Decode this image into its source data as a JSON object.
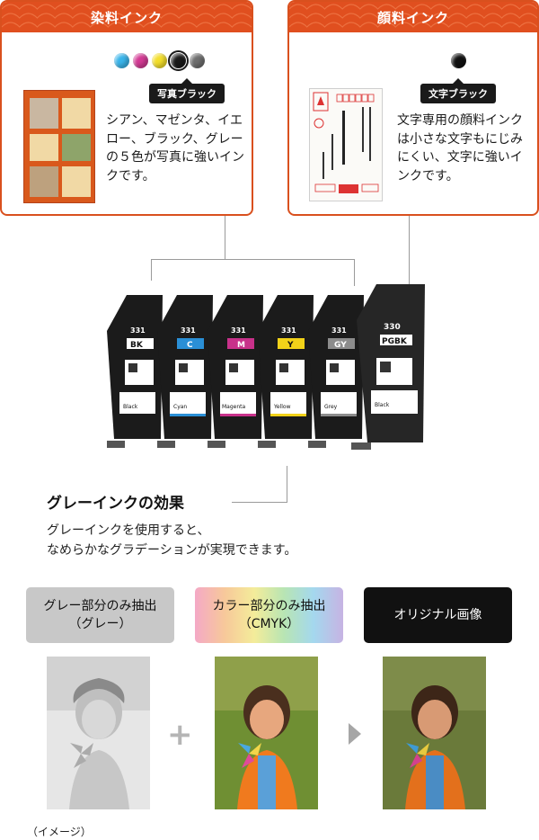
{
  "dye_card": {
    "title": "染料インク",
    "badge": "写真ブラック",
    "text": "シアン、マゼンタ、イエロー、ブラック、グレーの５色が写真に強いインクです。",
    "dot_colors": [
      "#39b4ea",
      "#d33a94",
      "#f3de2b",
      "#1a1a1a",
      "#6e6e6e"
    ]
  },
  "pigment_card": {
    "title": "顔料インク",
    "badge": "文字ブラック",
    "text": "文字専用の顔料インクは小さな文字もにじみにくい、文字に強いインクです。",
    "dot_color": "#111111"
  },
  "cartridges": [
    {
      "model": "331",
      "code": "BK",
      "label": "Black",
      "color": "#222222"
    },
    {
      "model": "331",
      "code": "C",
      "label": "Cyan",
      "color": "#2a8fd6"
    },
    {
      "model": "331",
      "code": "M",
      "label": "Magenta",
      "color": "#c8318a"
    },
    {
      "model": "331",
      "code": "Y",
      "label": "Yellow",
      "color": "#f2d219"
    },
    {
      "model": "331",
      "code": "GY",
      "label": "Grey",
      "color": "#8c8c8c"
    }
  ],
  "pgbk_cartridge": {
    "model": "330",
    "code": "PGBK",
    "label": "Black"
  },
  "effect": {
    "title": "グレーインクの効果",
    "desc_line1": "グレーインクを使用すると、",
    "desc_line2": "なめらかなグラデーションが実現できます。"
  },
  "labels": {
    "gray_line1": "グレー部分のみ抽出",
    "gray_line2": "（グレー）",
    "color_line1": "カラー部分のみ抽出",
    "color_line2": "（CMYK）",
    "original": "オリジナル画像"
  },
  "note": "（イメージ）"
}
